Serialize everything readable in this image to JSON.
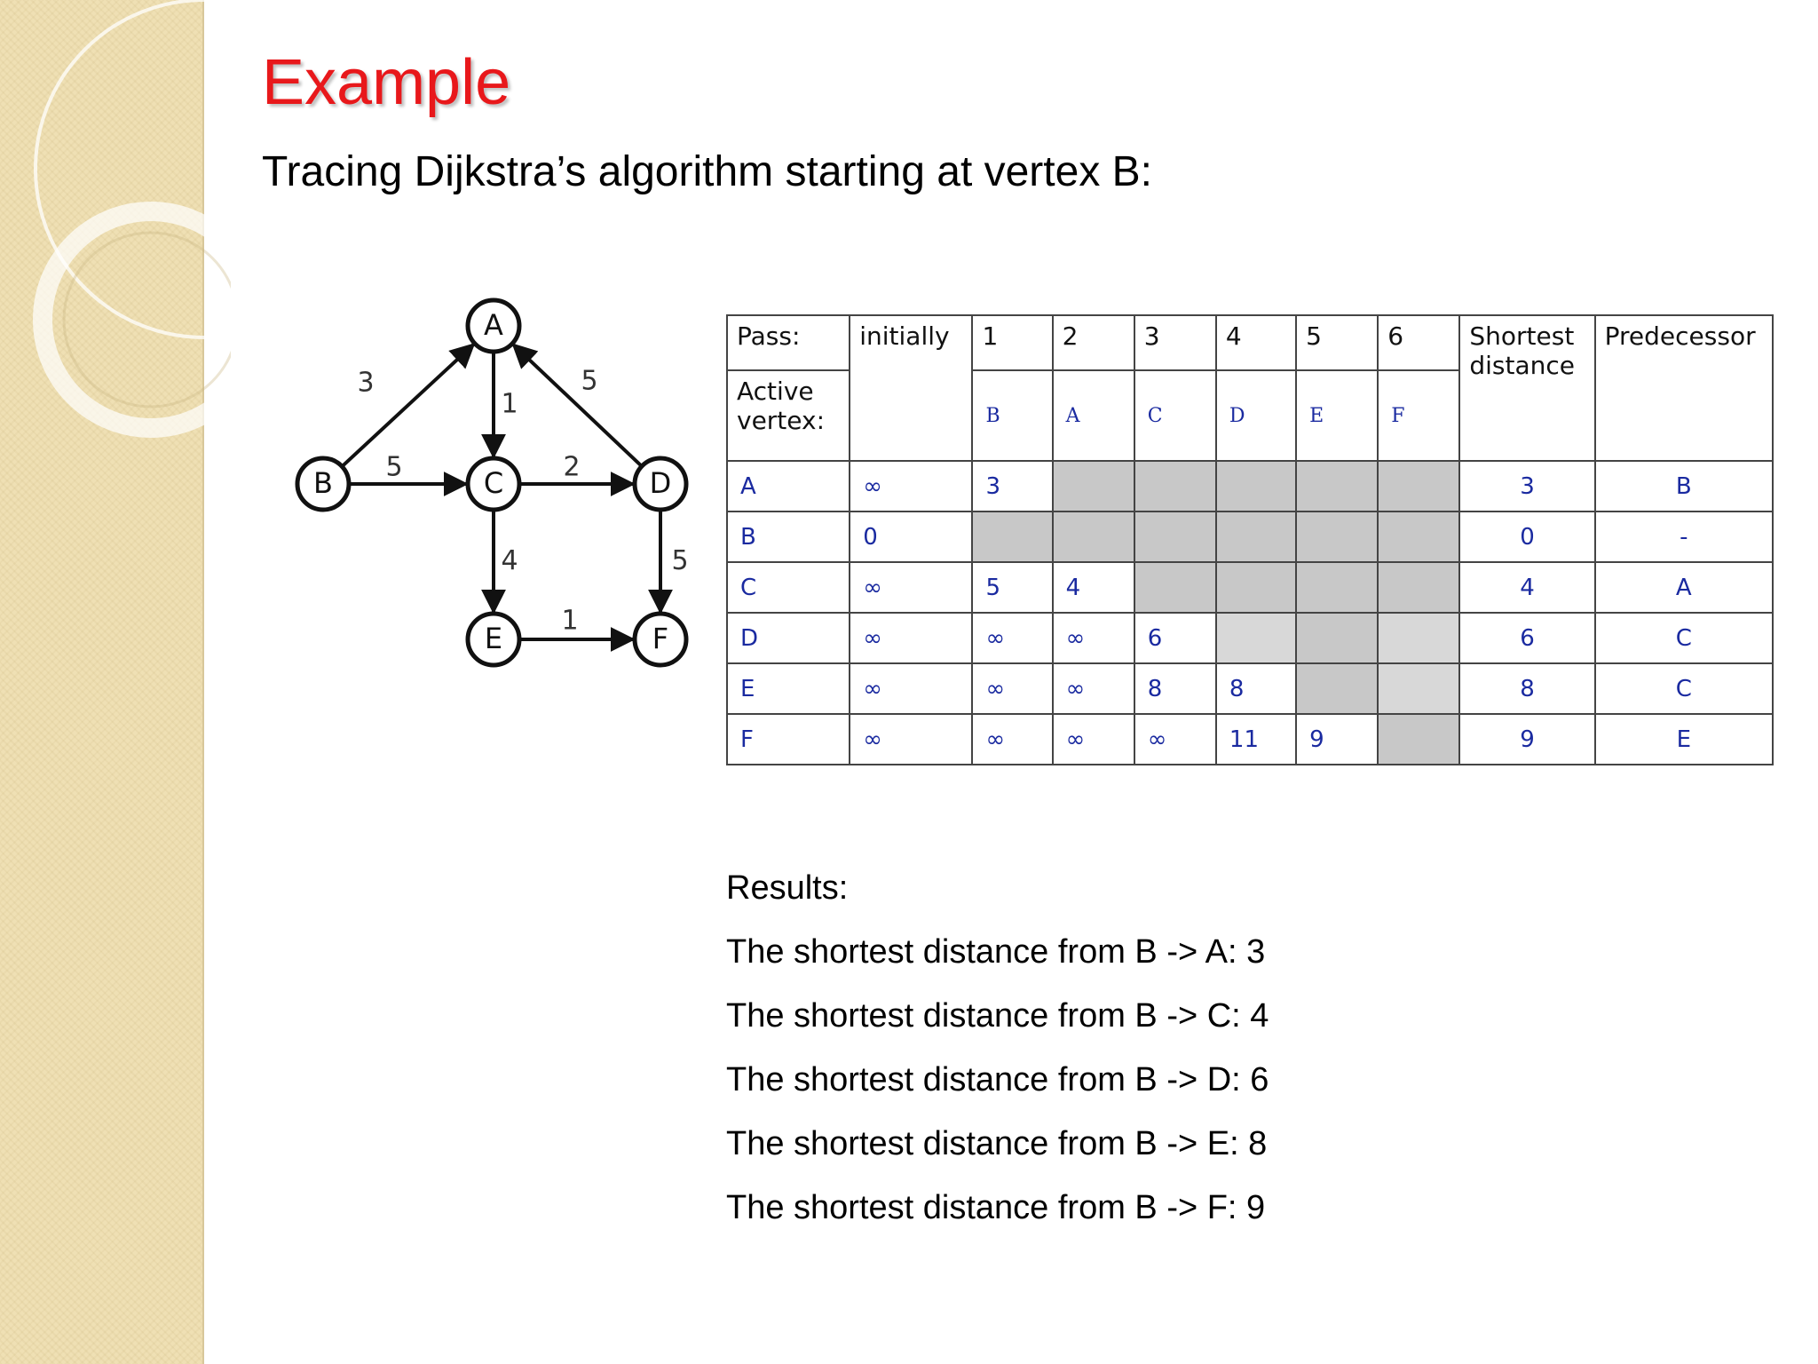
{
  "slide": {
    "title": "Example",
    "subtitle": "Tracing Dijkstra’s algorithm starting at vertex B:"
  },
  "colors": {
    "title": "#e8181b",
    "table_values": "#1a2aa0",
    "shade": "#c8c8c8",
    "sidebar": "#efe0b4"
  },
  "graph": {
    "nodes": [
      "A",
      "B",
      "C",
      "D",
      "E",
      "F"
    ],
    "edges": [
      {
        "from": "B",
        "to": "A",
        "weight": "3"
      },
      {
        "from": "B",
        "to": "C",
        "weight": "5"
      },
      {
        "from": "A",
        "to": "C",
        "weight": "1"
      },
      {
        "from": "D",
        "to": "A",
        "weight": "5"
      },
      {
        "from": "C",
        "to": "D",
        "weight": "2"
      },
      {
        "from": "C",
        "to": "E",
        "weight": "4"
      },
      {
        "from": "D",
        "to": "F",
        "weight": "5"
      },
      {
        "from": "E",
        "to": "F",
        "weight": "1"
      }
    ]
  },
  "table": {
    "pass_label": "Pass:",
    "initially_label": "initially",
    "active_label": "Active vertex:",
    "shortest_label": "Shortest distance",
    "predecessor_label": "Predecessor",
    "passes": [
      "1",
      "2",
      "3",
      "4",
      "5",
      "6"
    ],
    "active_vertices": [
      "B",
      "A",
      "C",
      "D",
      "E",
      "F"
    ],
    "rows": [
      {
        "vertex": "A",
        "values": [
          "∞",
          "3",
          "",
          "",
          "",
          "",
          ""
        ],
        "shortest": "3",
        "predecessor": "B"
      },
      {
        "vertex": "B",
        "values": [
          "0",
          "",
          "",
          "",
          "",
          "",
          ""
        ],
        "shortest": "0",
        "predecessor": "-"
      },
      {
        "vertex": "C",
        "values": [
          "∞",
          "5",
          "4",
          "",
          "",
          "",
          ""
        ],
        "shortest": "4",
        "predecessor": "A"
      },
      {
        "vertex": "D",
        "values": [
          "∞",
          "∞",
          "∞",
          "6",
          "",
          "",
          ""
        ],
        "shortest": "6",
        "predecessor": "C"
      },
      {
        "vertex": "E",
        "values": [
          "∞",
          "∞",
          "∞",
          "8",
          "8",
          "",
          ""
        ],
        "shortest": "8",
        "predecessor": "C"
      },
      {
        "vertex": "F",
        "values": [
          "∞",
          "∞",
          "∞",
          "∞",
          "11",
          "9",
          ""
        ],
        "shortest": "9",
        "predecessor": "E"
      }
    ]
  },
  "results": {
    "heading": "Results:",
    "lines": [
      "The shortest distance from B -> A: 3",
      "The shortest distance from B -> C: 4",
      "The shortest distance from B -> D: 6",
      "The shortest distance from B -> E: 8",
      "The shortest distance from B -> F: 9"
    ]
  }
}
